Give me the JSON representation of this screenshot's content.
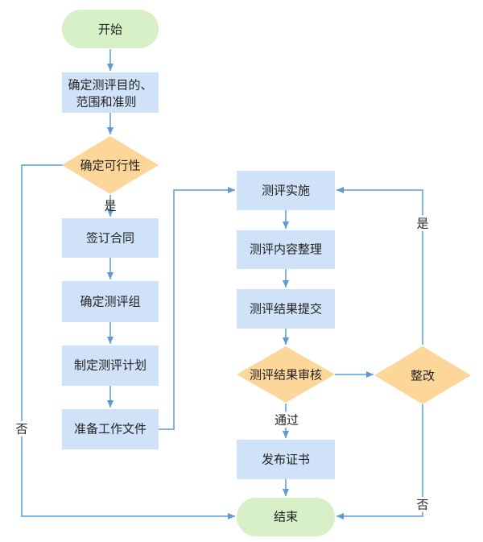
{
  "colors": {
    "terminal_fill": "#d7f0c8",
    "process_fill": "#cfe2f8",
    "decision_fill": "#fdd79a",
    "line": "#5b9bd5",
    "text": "#222222"
  },
  "nodes": {
    "start": "开始",
    "define_scope_line1": "确定测评目的、",
    "define_scope_line2": "范围和准则",
    "feasibility": "确定可行性",
    "sign_contract": "签订合同",
    "form_team": "确定测评组",
    "make_plan": "制定测评计划",
    "prepare_docs": "准备工作文件",
    "implement": "测评实施",
    "organize_content": "测评内容整理",
    "submit_results": "测评结果提交",
    "review_results": "测评结果审核",
    "rectify": "整改",
    "issue_certificate": "发布证书",
    "end": "结束"
  },
  "edge_labels": {
    "feasible_yes": "是",
    "feasible_no": "否",
    "review_pass": "通过",
    "rectify_yes": "是",
    "rectify_no": "否"
  }
}
